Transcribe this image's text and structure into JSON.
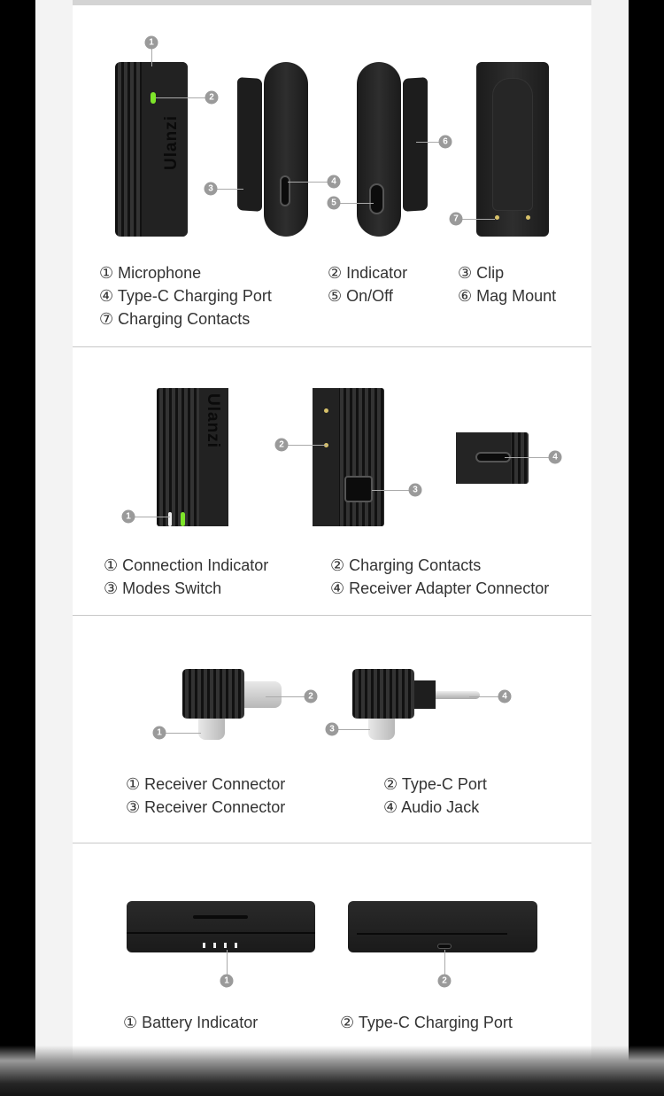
{
  "sections": [
    {
      "callouts": [
        "1",
        "2",
        "3",
        "4",
        "5",
        "6",
        "7"
      ],
      "logo": "Ulanzi",
      "legend": [
        "① Microphone",
        "② Indicator",
        "③ Clip",
        "④ Type-C Charging Port",
        "⑤ On/Off",
        "⑥ Mag Mount",
        "⑦ Charging Contacts"
      ]
    },
    {
      "callouts": [
        "1",
        "2",
        "3",
        "4"
      ],
      "logo": "Ulanzi",
      "legend": [
        "① Connection Indicator",
        "② Charging Contacts",
        "③ Modes Switch",
        "④ Receiver Adapter Connector"
      ]
    },
    {
      "callouts": [
        "1",
        "2",
        "3",
        "4"
      ],
      "legend": [
        "① Receiver Connector",
        "② Type-C Port",
        "③ Receiver Connector",
        "④ Audio Jack"
      ]
    },
    {
      "callouts": [
        "1",
        "2"
      ],
      "legend": [
        "① Battery Indicator",
        "② Type-C Charging Port"
      ]
    }
  ],
  "colors": {
    "indicator": "#7ee52a",
    "callout": "#9a9a9a"
  }
}
